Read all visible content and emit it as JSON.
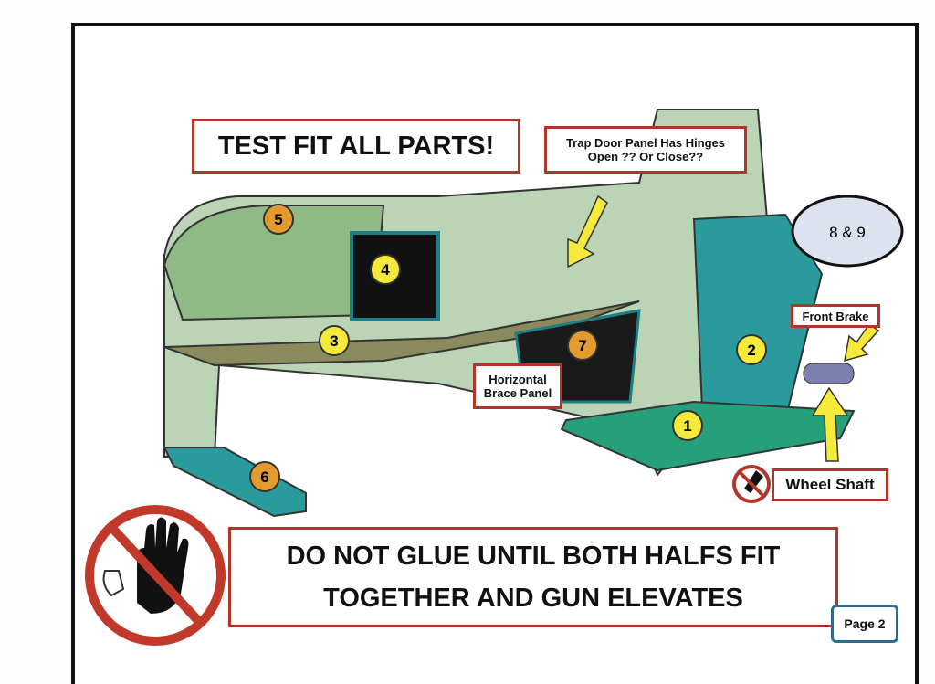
{
  "title": "TEST FIT ALL PARTS!",
  "callouts": {
    "trap_door_line1": "Trap Door Panel Has Hinges",
    "trap_door_line2": "Open ?? Or Close??",
    "parts_8_9": "8 & 9",
    "front_brake": "Front Brake",
    "horizontal_line1": "Horizontal",
    "horizontal_line2": "Brace Panel",
    "wheel_shaft": "Wheel Shaft"
  },
  "part_numbers": [
    "1",
    "2",
    "3",
    "4",
    "5",
    "6",
    "7"
  ],
  "warning_line1": "DO NOT GLUE UNTIL BOTH HALFS FIT",
  "warning_line2": "TOGETHER AND GUN ELEVATES",
  "page_label": "Page 2",
  "colors": {
    "box_border": "#b0362a",
    "panel_green": "#b9d3b0",
    "teal": "#2a9a9c",
    "yellow": "#f5ea3a",
    "orange": "#e39a2e",
    "page_border": "#2a6f8f"
  }
}
